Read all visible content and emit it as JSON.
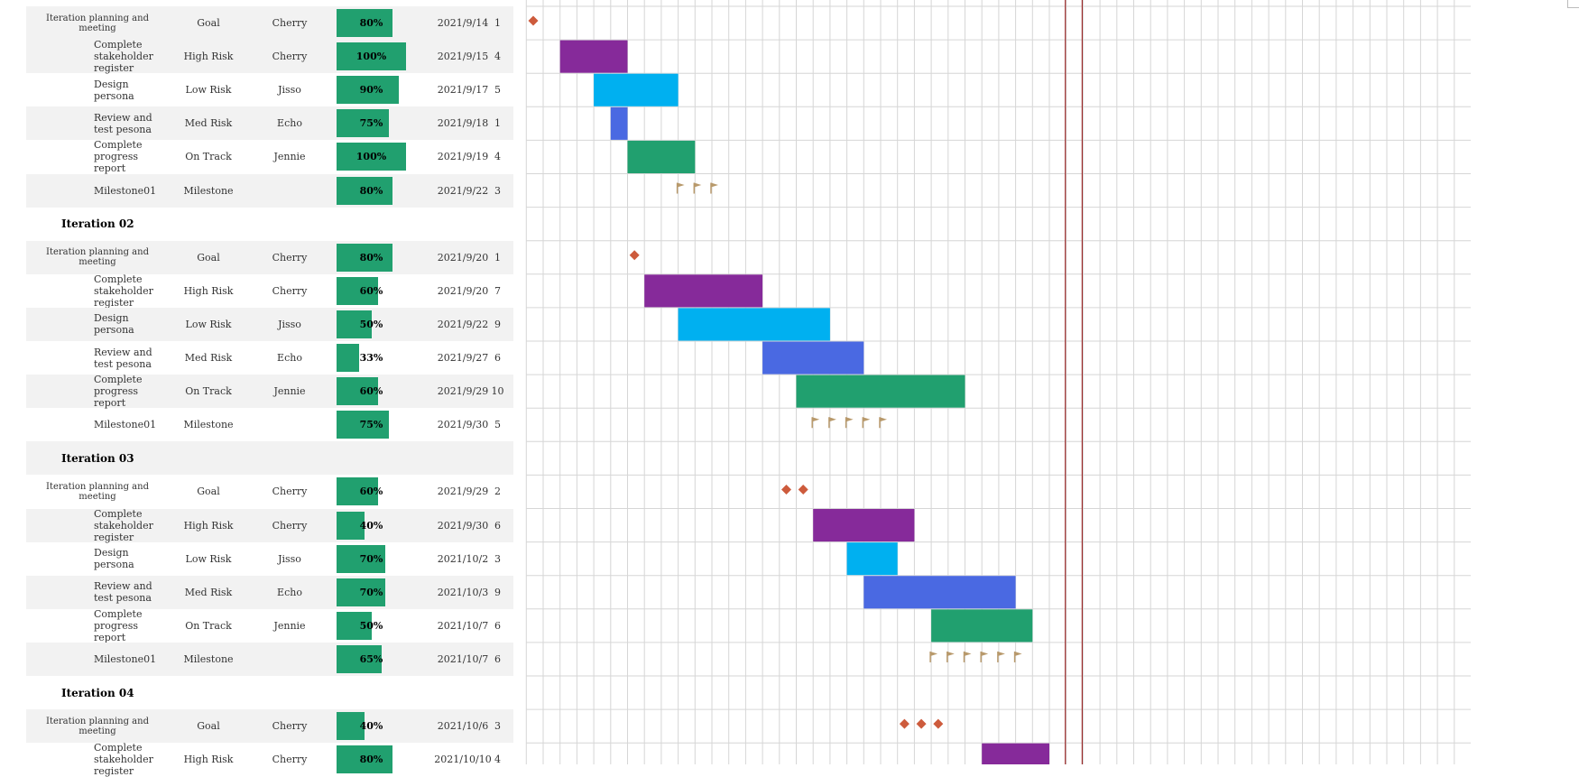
{
  "colors": {
    "goal": "#cd5b3c",
    "high_risk": "#862a9a",
    "low_risk": "#00b0f0",
    "med_risk": "#4a69e2",
    "on_track": "#21a06f",
    "milestone": "#b8996b",
    "progress": "#21a06f",
    "row_shade": "#f2f2f2",
    "today_line": "#9b2c2c",
    "grid": "#d6d6d6"
  },
  "gantt": {
    "first_day": "2021/9/14",
    "today_offset_days": 31
  },
  "rows": [
    {
      "kind": "task",
      "shade": true,
      "indent": false,
      "task": "Iteration planning and meeting",
      "status": "Goal",
      "owner": "Cherry",
      "progress": "80%",
      "progress_value": 80,
      "start": "2021/9/14",
      "duration": "1",
      "bar": {
        "type": "goal",
        "day": 0,
        "count": 1
      }
    },
    {
      "kind": "task",
      "shade": true,
      "indent": true,
      "task": "Complete stakeholder register",
      "status": "High Risk",
      "owner": "Cherry",
      "progress": "100%",
      "progress_value": 100,
      "start": "2021/9/15",
      "duration": "4",
      "bar": {
        "type": "high_risk",
        "day": 1,
        "count": 4
      }
    },
    {
      "kind": "task",
      "shade": false,
      "indent": true,
      "task": "Design persona",
      "status": "Low Risk",
      "owner": "Jisso",
      "progress": "90%",
      "progress_value": 90,
      "start": "2021/9/17",
      "duration": "5",
      "bar": {
        "type": "low_risk",
        "day": 3,
        "count": 5
      }
    },
    {
      "kind": "task",
      "shade": true,
      "indent": true,
      "task": "Review and test pesona",
      "status": "Med Risk",
      "owner": "Echo",
      "progress": "75%",
      "progress_value": 75,
      "start": "2021/9/18",
      "duration": "1",
      "bar": {
        "type": "med_risk",
        "day": 4,
        "count": 1
      }
    },
    {
      "kind": "task",
      "shade": false,
      "indent": true,
      "task": "Complete progress report",
      "status": "On Track",
      "owner": "Jennie",
      "progress": "100%",
      "progress_value": 100,
      "start": "2021/9/19",
      "duration": "4",
      "bar": {
        "type": "on_track",
        "day": 5,
        "count": 4
      }
    },
    {
      "kind": "task",
      "shade": true,
      "indent": true,
      "task": "Milestone01",
      "status": "Milestone",
      "owner": "",
      "progress": "80%",
      "progress_value": 80,
      "start": "2021/9/22",
      "duration": "3",
      "bar": {
        "type": "milestone",
        "day": 8,
        "count": 3
      }
    },
    {
      "kind": "iteration",
      "shade": false,
      "label": "Iteration 02"
    },
    {
      "kind": "task",
      "shade": true,
      "indent": false,
      "task": "Iteration planning and meeting",
      "status": "Goal",
      "owner": "Cherry",
      "progress": "80%",
      "progress_value": 80,
      "start": "2021/9/20",
      "duration": "1",
      "bar": {
        "type": "goal",
        "day": 6,
        "count": 1
      }
    },
    {
      "kind": "task",
      "shade": false,
      "indent": true,
      "task": "Complete stakeholder register",
      "status": "High Risk",
      "owner": "Cherry",
      "progress": "60%",
      "progress_value": 60,
      "start": "2021/9/20",
      "duration": "7",
      "bar": {
        "type": "high_risk",
        "day": 6,
        "count": 7
      }
    },
    {
      "kind": "task",
      "shade": true,
      "indent": true,
      "task": "Design persona",
      "status": "Low Risk",
      "owner": "Jisso",
      "progress": "50%",
      "progress_value": 50,
      "start": "2021/9/22",
      "duration": "9",
      "bar": {
        "type": "low_risk",
        "day": 8,
        "count": 9
      }
    },
    {
      "kind": "task",
      "shade": false,
      "indent": true,
      "task": "Review and test pesona",
      "status": "Med Risk",
      "owner": "Echo",
      "progress": "33%",
      "progress_value": 33,
      "start": "2021/9/27",
      "duration": "6",
      "bar": {
        "type": "med_risk",
        "day": 13,
        "count": 6
      }
    },
    {
      "kind": "task",
      "shade": true,
      "indent": true,
      "task": "Complete progress report",
      "status": "On Track",
      "owner": "Jennie",
      "progress": "60%",
      "progress_value": 60,
      "start": "2021/9/29",
      "duration": "10",
      "bar": {
        "type": "on_track",
        "day": 15,
        "count": 10
      }
    },
    {
      "kind": "task",
      "shade": false,
      "indent": true,
      "task": "Milestone01",
      "status": "Milestone",
      "owner": "",
      "progress": "75%",
      "progress_value": 75,
      "start": "2021/9/30",
      "duration": "5",
      "bar": {
        "type": "milestone",
        "day": 16,
        "count": 5
      }
    },
    {
      "kind": "iteration",
      "shade": true,
      "label": "Iteration 03"
    },
    {
      "kind": "task",
      "shade": false,
      "indent": false,
      "task": "Iteration planning and meeting",
      "status": "Goal",
      "owner": "Cherry",
      "progress": "60%",
      "progress_value": 60,
      "start": "2021/9/29",
      "duration": "2",
      "bar": {
        "type": "goal",
        "day": 15,
        "count": 2
      }
    },
    {
      "kind": "task",
      "shade": true,
      "indent": true,
      "task": "Complete stakeholder register",
      "status": "High Risk",
      "owner": "Cherry",
      "progress": "40%",
      "progress_value": 40,
      "start": "2021/9/30",
      "duration": "6",
      "bar": {
        "type": "high_risk",
        "day": 16,
        "count": 6
      }
    },
    {
      "kind": "task",
      "shade": false,
      "indent": true,
      "task": "Design persona",
      "status": "Low Risk",
      "owner": "Jisso",
      "progress": "70%",
      "progress_value": 70,
      "start": "2021/10/2",
      "duration": "3",
      "bar": {
        "type": "low_risk",
        "day": 18,
        "count": 3
      }
    },
    {
      "kind": "task",
      "shade": true,
      "indent": true,
      "task": "Review and test pesona",
      "status": "Med Risk",
      "owner": "Echo",
      "progress": "70%",
      "progress_value": 70,
      "start": "2021/10/3",
      "duration": "9",
      "bar": {
        "type": "med_risk",
        "day": 19,
        "count": 9
      }
    },
    {
      "kind": "task",
      "shade": false,
      "indent": true,
      "task": "Complete progress report",
      "status": "On Track",
      "owner": "Jennie",
      "progress": "50%",
      "progress_value": 50,
      "start": "2021/10/7",
      "duration": "6",
      "bar": {
        "type": "on_track",
        "day": 23,
        "count": 6
      }
    },
    {
      "kind": "task",
      "shade": true,
      "indent": true,
      "task": "Milestone01",
      "status": "Milestone",
      "owner": "",
      "progress": "65%",
      "progress_value": 65,
      "start": "2021/10/7",
      "duration": "6",
      "bar": {
        "type": "milestone",
        "day": 23,
        "count": 6
      }
    },
    {
      "kind": "iteration",
      "shade": false,
      "label": "Iteration 04"
    },
    {
      "kind": "task",
      "shade": true,
      "indent": false,
      "task": "Iteration planning and meeting",
      "status": "Goal",
      "owner": "Cherry",
      "progress": "40%",
      "progress_value": 40,
      "start": "2021/10/6",
      "duration": "3",
      "bar": {
        "type": "goal",
        "day": 22,
        "count": 3
      }
    },
    {
      "kind": "task",
      "shade": false,
      "indent": true,
      "task": "Complete stakeholder register",
      "status": "High Risk",
      "owner": "Cherry",
      "progress": "80%",
      "progress_value": 80,
      "start": "2021/10/10",
      "duration": "4",
      "bar": {
        "type": "high_risk",
        "day": 26,
        "count": 4
      }
    }
  ]
}
